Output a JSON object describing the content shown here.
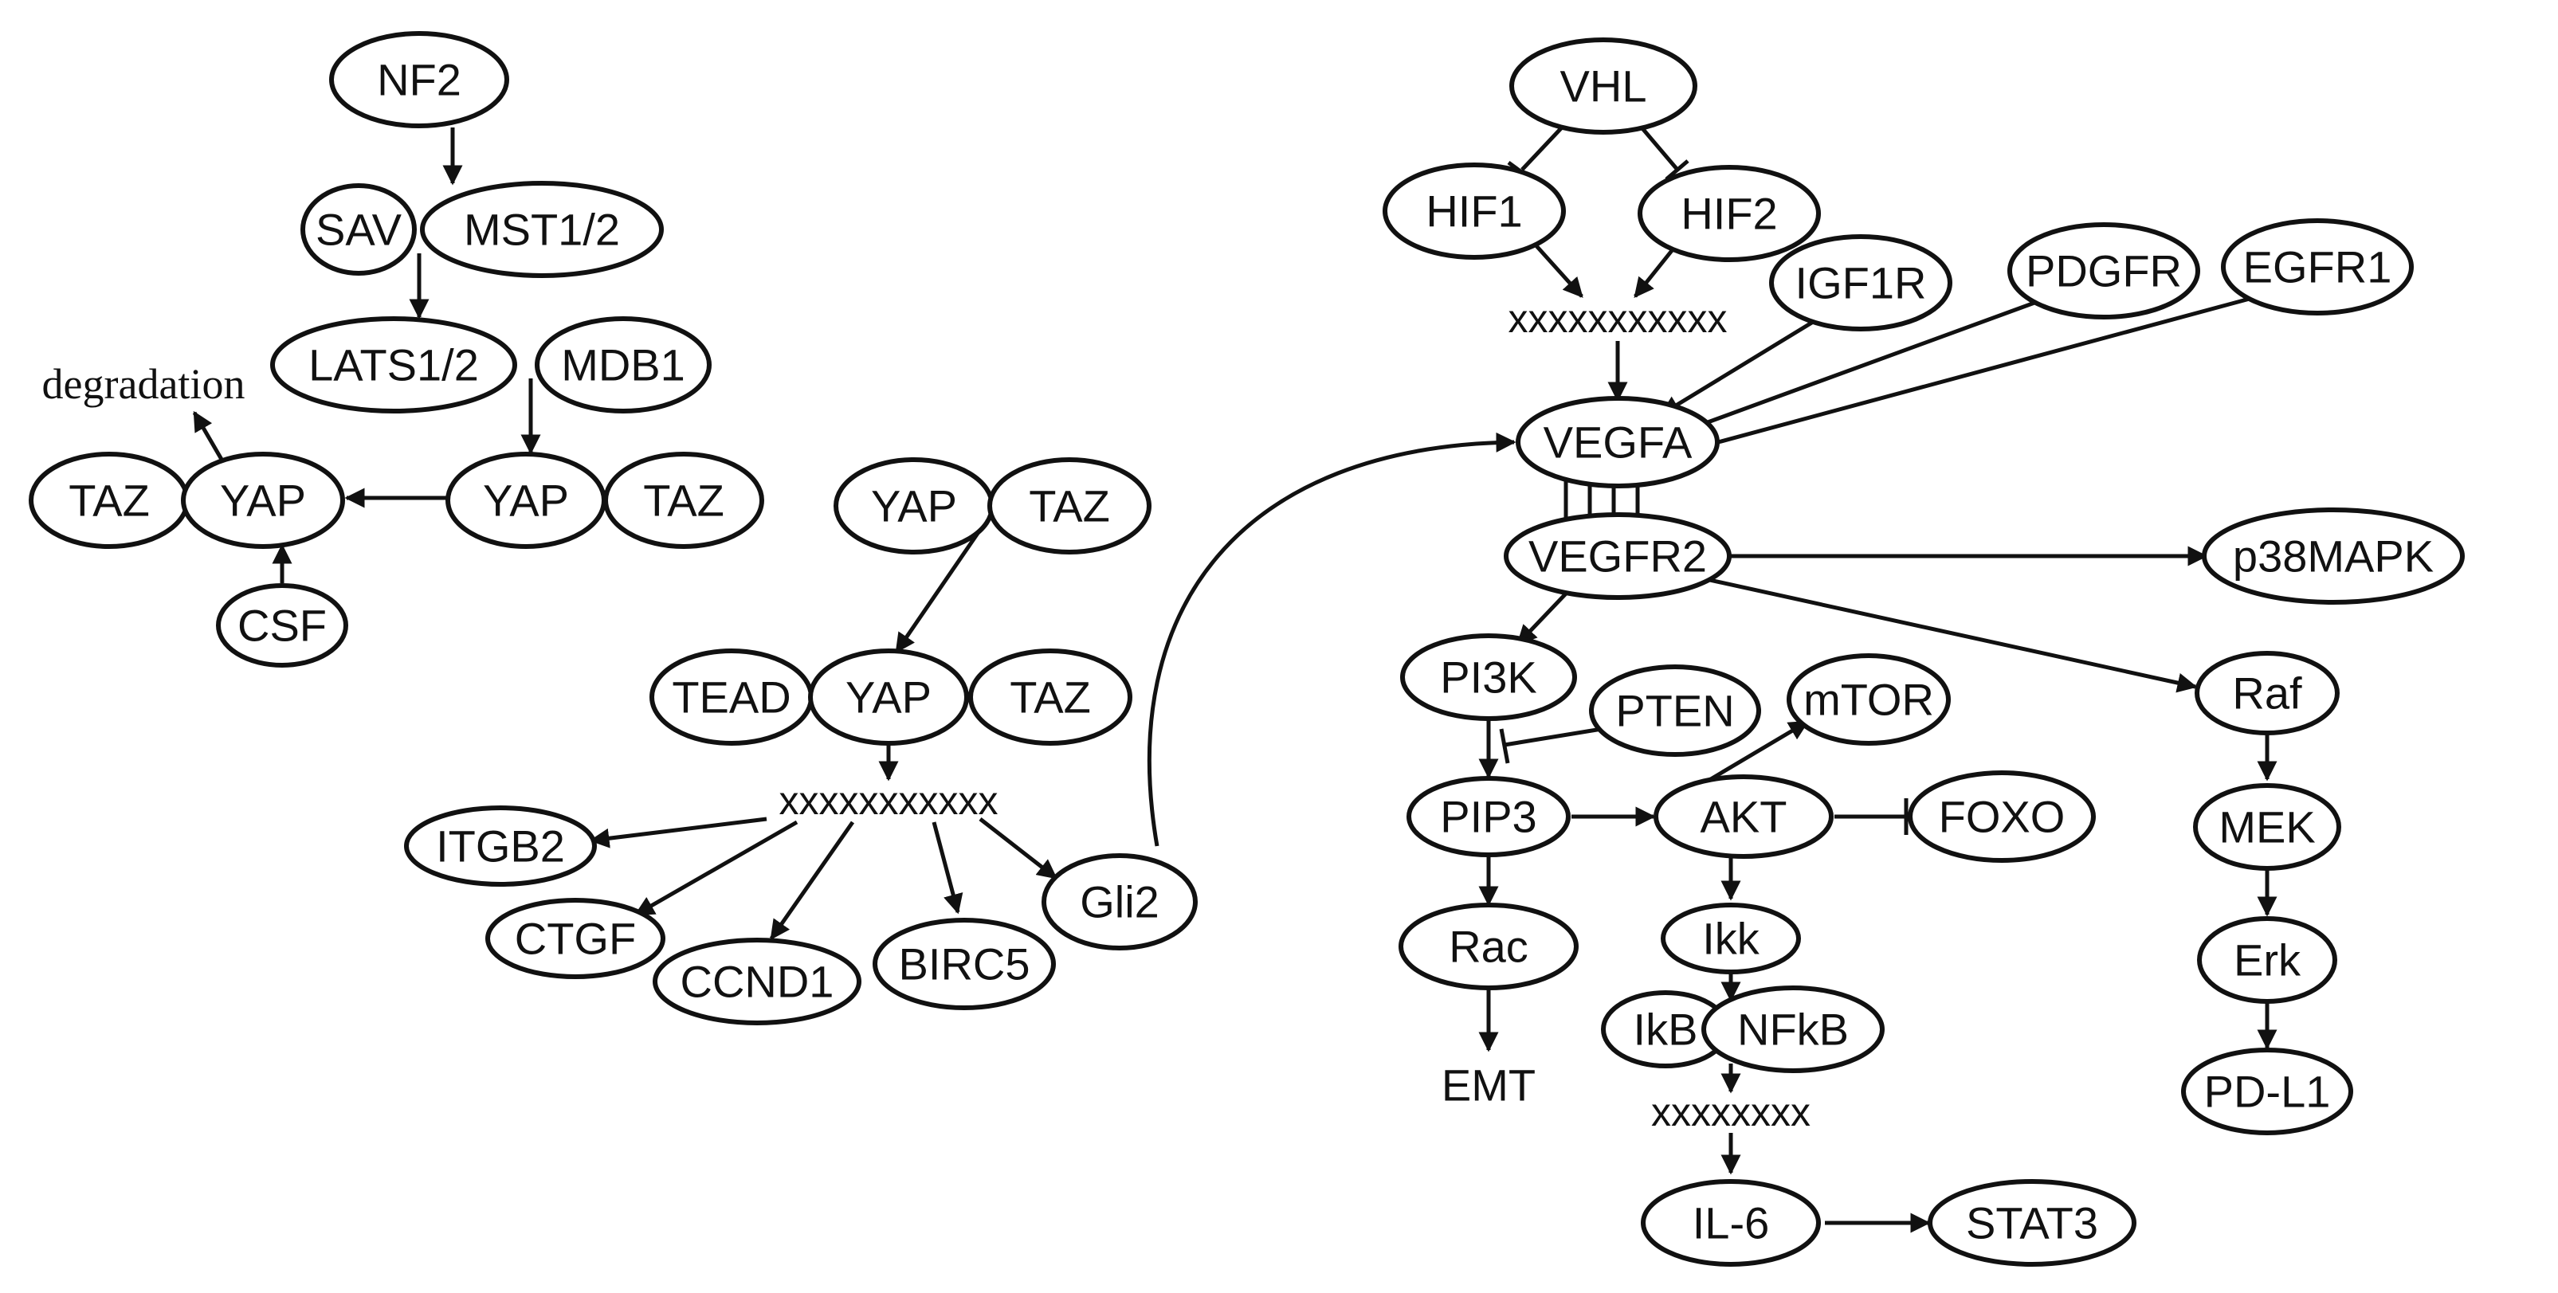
{
  "nodes": {
    "nf2": "NF2",
    "sav": "SAV",
    "mst": "MST1/2",
    "lats": "LATS1/2",
    "mdb1": "MDB1",
    "yap_a": "YAP",
    "taz_a": "TAZ",
    "yap_b": "YAP",
    "taz_b": "TAZ",
    "csf": "CSF",
    "yap_c": "YAP",
    "taz_c": "TAZ",
    "tead": "TEAD",
    "yap_d": "YAP",
    "taz_d": "TAZ",
    "itgb2": "ITGB2",
    "ctgf": "CTGF",
    "ccnd1": "CCND1",
    "birc5": "BIRC5",
    "gli2": "Gli2",
    "vhl": "VHL",
    "hif1": "HIF1",
    "hif2": "HIF2",
    "igf1r": "IGF1R",
    "pdgfr": "PDGFR",
    "egfr1": "EGFR1",
    "vegfa": "VEGFA",
    "vegfr2": "VEGFR2",
    "p38mapk": "p38MAPK",
    "pi3k": "PI3K",
    "pten": "PTEN",
    "mtor": "mTOR",
    "pip3": "PIP3",
    "akt": "AKT",
    "foxo": "FOXO",
    "rac": "Rac",
    "ikk": "Ikk",
    "ikb": "IkB",
    "nfkb": "NFkB",
    "il6": "IL-6",
    "stat3": "STAT3",
    "raf": "Raf",
    "mek": "MEK",
    "erk": "Erk",
    "pdl1": "PD-L1"
  },
  "labels": {
    "degradation": "degradation",
    "emt": "EMT",
    "dna_1": "xxxxxxxxxxx",
    "dna_2": "xxxxxxxxxxx",
    "dna_3": "xxxxxxxx"
  }
}
